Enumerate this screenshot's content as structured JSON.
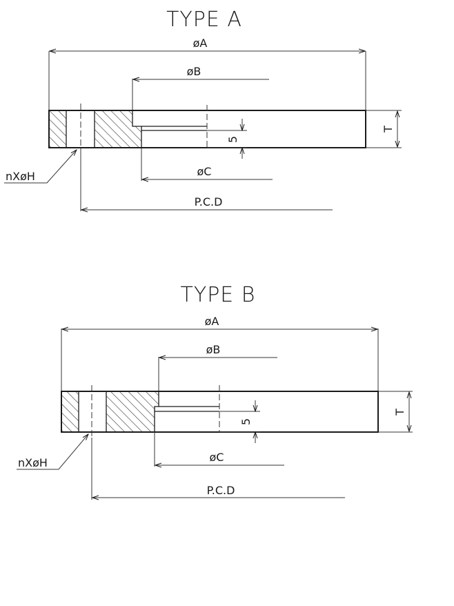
{
  "type_a": {
    "title": "TYPE A",
    "dim_a": "øA",
    "dim_b": "øB",
    "dim_c": "øC",
    "dim_pcd": "P.C.D",
    "dim_t": "T",
    "dim_5": "5",
    "holes": "nXøH"
  },
  "type_b": {
    "title": "TYPE B",
    "dim_a": "øA",
    "dim_b": "øB",
    "dim_c": "øC",
    "dim_pcd": "P.C.D",
    "dim_t": "T",
    "dim_5": "5",
    "holes": "nXøH"
  }
}
